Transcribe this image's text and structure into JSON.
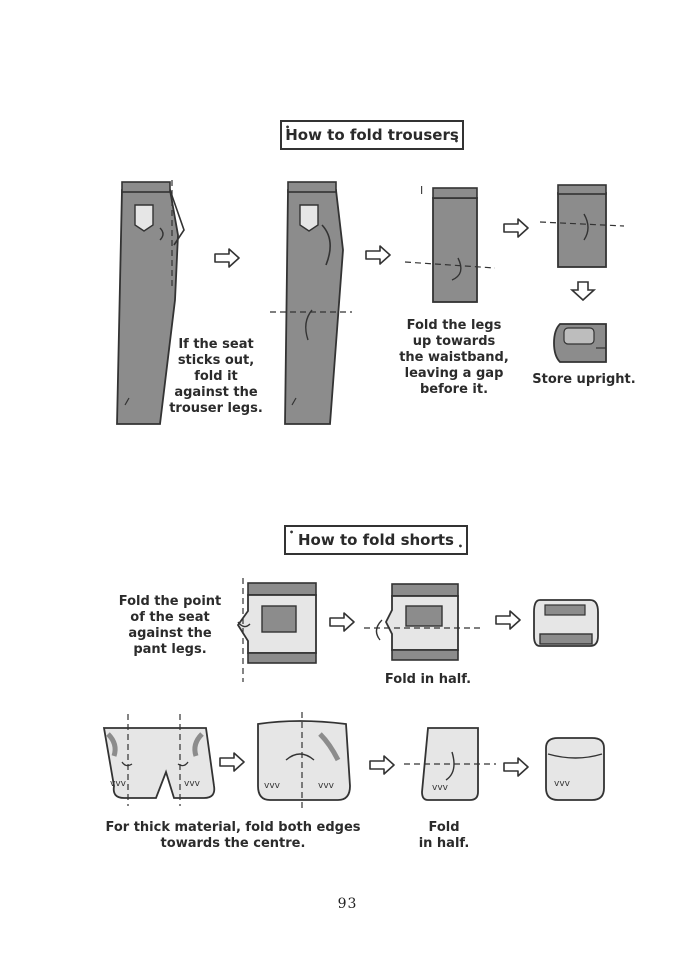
{
  "trousers": {
    "heading": "How to fold trousers",
    "step1_caption": "If the seat\nsticks out,\nfold it\nagainst the\ntrouser legs.",
    "step3_caption": "Fold the legs\nup towards\nthe waistband,\nleaving a gap\nbefore it.",
    "step4_caption": "Store upright."
  },
  "shorts": {
    "heading": "How to fold shorts",
    "seat_caption": "Fold the point\nof the seat\nagainst the\npant legs.",
    "half_caption": "Fold  in half.",
    "thick_caption": "For thick material, fold both edges\ntowards the centre.",
    "fold_caption": "Fold\nin half."
  },
  "page_number": "93",
  "colors": {
    "fabric_dark": "#8c8c8c",
    "fabric_light": "#e6e6e6",
    "line": "#333333"
  },
  "icons": [
    "trousers-flat-icon",
    "arrow-right-icon",
    "arrow-down-icon",
    "shorts-icon"
  ]
}
